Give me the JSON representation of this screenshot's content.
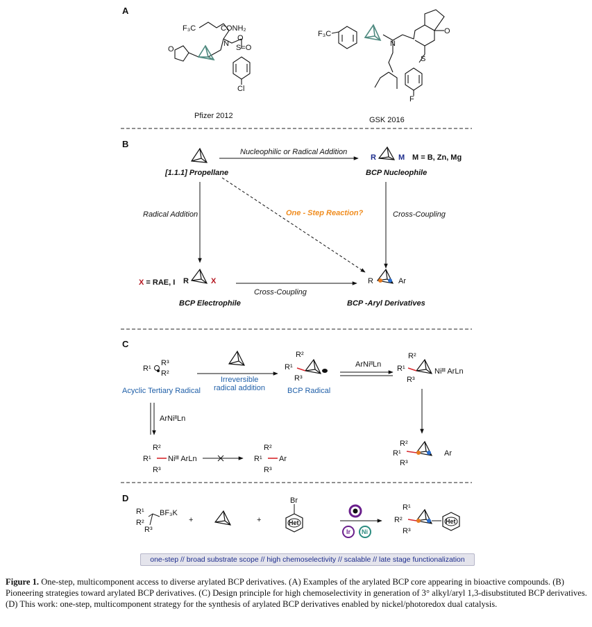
{
  "panels": {
    "a": "A",
    "b": "B",
    "c": "C",
    "d": "D"
  },
  "panel_a": {
    "pfizer": {
      "label": "Pfizer  2012",
      "f3c": "F₃C",
      "conh2": "CONH₂",
      "n": "N",
      "so2": "S=O",
      "o": "O",
      "cl": "Cl",
      "ring": "O–N, N"
    },
    "gsk": {
      "label": "GSK 2016",
      "f3c": "F₃C",
      "n": "N",
      "o": "O",
      "f": "F",
      "s": "S"
    }
  },
  "panel_b": {
    "propellane": "[1.1.1] Propellane",
    "nucleophile": "BCP Nucleophile",
    "nucleophile_r": "R",
    "nucleophile_m": "M",
    "metals": "M = B, Zn, Mg",
    "arrow_top": "Nucleophilic or Radical Addition",
    "radical_addition": "Radical Addition",
    "one_step": "One - Step Reaction?",
    "cross_coupling_right": "Cross-Coupling",
    "cross_coupling_bottom": "Cross-Coupling",
    "x_eq": "X",
    "x_eq_rest": " = RAE, I",
    "electrophile_r": "R",
    "electrophile_x": "X",
    "electrophile": "BCP Electrophile",
    "aryl": "BCP -Aryl Derivatives",
    "aryl_r": "R",
    "aryl_ar": "Ar"
  },
  "panel_c": {
    "acyclic_radical": "Acyclic Tertiary Radical",
    "irreversible_1": "Irreversible",
    "irreversible_2": "radical addition",
    "bcp_radical": "BCP Radical",
    "arni_top": "ArNiᴵᴵLn",
    "arni_left": "ArNiᴵᴵLn",
    "ni_iii": "Niᴵᴵᴵ ArLn",
    "ni_iii_right": "Niᴵᴵᴵ ArLn",
    "r1": "R¹",
    "r2": "R²",
    "r3": "R³",
    "ar": "Ar"
  },
  "panel_d": {
    "bf3k": "BF₃K",
    "r1": "R¹",
    "r2": "R²",
    "r3": "R³",
    "plus": "+",
    "br": "Br",
    "het": "Het",
    "ir": "Ir",
    "ni": "Ni",
    "banner": "one-step // broad substrate scope // high chemoselectivity // scalable // late stage functionalization"
  },
  "caption": {
    "label": "Figure 1.",
    "text": " One-step, multicomponent access to diverse arylated BCP derivatives. (A) Examples of the arylated BCP core appearing in bioactive compounds. (B) Pioneering strategies toward arylated BCP derivatives. (C) Design principle for high chemoselectivity in generation of 3° alkyl/aryl 1,3-disubstituted BCP derivatives. (D) This work: one-step, multicomponent strategy for the synthesis of arylated BCP derivatives enabled by nickel/photoredox dual catalysis."
  },
  "colors": {
    "bcp_teal": "#4f8a80",
    "nucleophile_blue": "#1c2c8c",
    "electrophile_red": "#b4141e",
    "question_orange": "#f08c1e",
    "radical_blue": "#1f5fa8",
    "bond_red": "#d7262b",
    "dot_orange": "#e87a1e",
    "dot_blue": "#2b6fd0",
    "purple": "#6a1f8c",
    "teal_cycle": "#2c8c80",
    "banner_text": "#1c2c8c"
  }
}
